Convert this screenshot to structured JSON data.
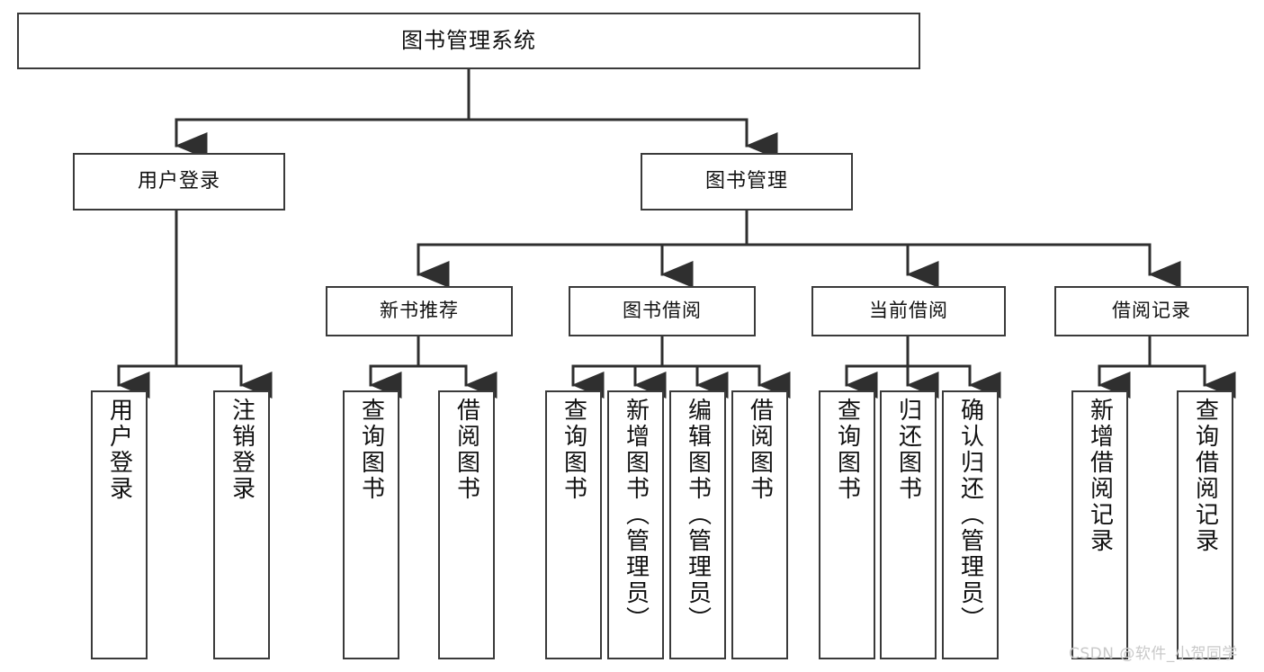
{
  "diagram": {
    "type": "tree",
    "title": "图书管理系统",
    "root": {
      "label": "图书管理系统"
    },
    "level2": [
      {
        "label": "用户登录"
      },
      {
        "label": "图书管理"
      }
    ],
    "level3": [
      {
        "label": "新书推荐"
      },
      {
        "label": "图书借阅"
      },
      {
        "label": "当前借阅"
      },
      {
        "label": "借阅记录"
      }
    ],
    "leaves": {
      "user_login": [
        {
          "label": "用户登录"
        },
        {
          "label": "注销登录"
        }
      ],
      "new_book_recommend": [
        {
          "label": "查询图书"
        },
        {
          "label": "借阅图书"
        }
      ],
      "book_borrow": [
        {
          "label": "查询图书"
        },
        {
          "label": "新增图书（管理员）"
        },
        {
          "label": "编辑图书（管理员）"
        },
        {
          "label": "借阅图书"
        }
      ],
      "current_borrow": [
        {
          "label": "查询图书"
        },
        {
          "label": "归还图书"
        },
        {
          "label": "确认归还（管理员）"
        }
      ],
      "borrow_record": [
        {
          "label": "新增借阅记录"
        },
        {
          "label": "查询借阅记录"
        }
      ]
    }
  },
  "watermark": {
    "text": "CSDN @软件_小贺同学"
  },
  "colors": {
    "background": "#ffffff",
    "border": "#3a3a3a",
    "connector": "#2f2f2f",
    "text": "#111111",
    "watermark": "#c9c9c9"
  }
}
